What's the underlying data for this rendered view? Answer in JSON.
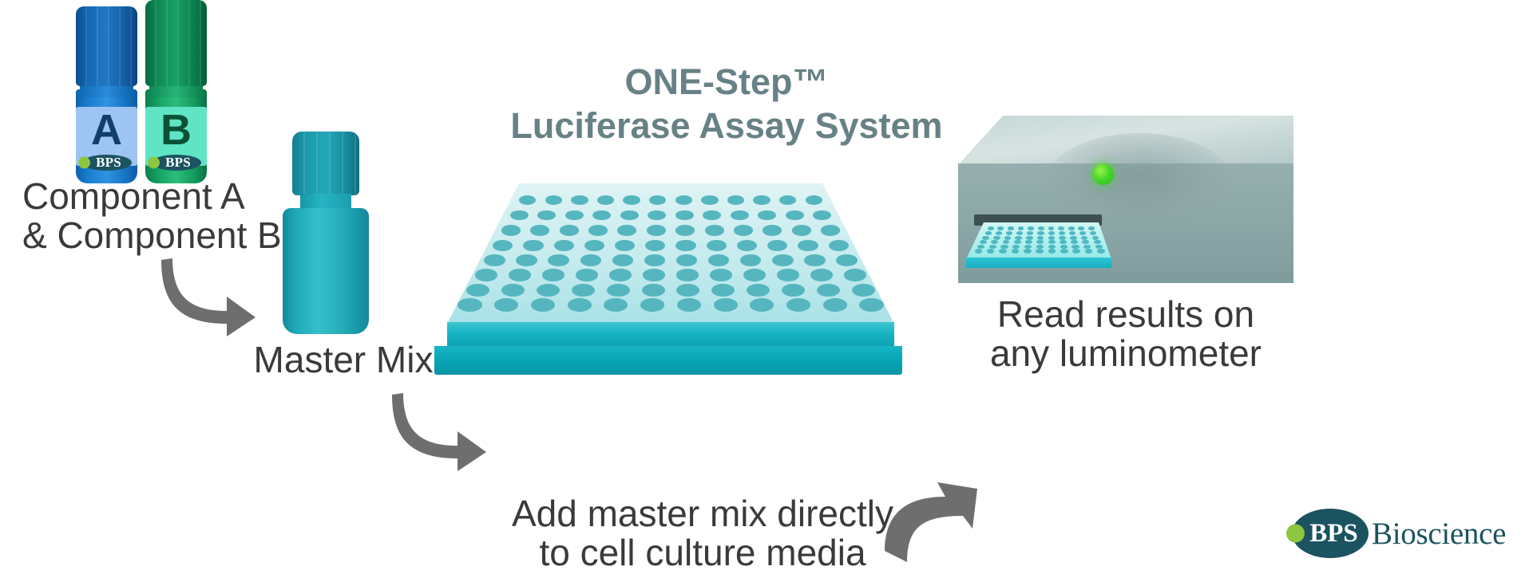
{
  "title": {
    "line1": "ONE-Step™",
    "line2": "Luciferase Assay System",
    "color": "#678186"
  },
  "steps": [
    {
      "id": "components",
      "label_line1": "Component A",
      "label_line2": "& Component B",
      "vials": [
        {
          "letter": "A",
          "logo_text": "BPS",
          "cap_color": "#1167b0",
          "body_color": "#1477c9",
          "label_color": "#9dc4f2"
        },
        {
          "letter": "B",
          "logo_text": "BPS",
          "cap_color": "#0e8a52",
          "body_color": "#17a763",
          "label_color": "#5fe4c4"
        }
      ]
    },
    {
      "id": "master-mix",
      "label": "Master Mix"
    },
    {
      "id": "plate",
      "caption_line1": "Add master mix directly",
      "caption_line2": "to cell culture media",
      "well_rows": 8,
      "well_cols": 12
    },
    {
      "id": "luminometer",
      "label_line1": "Read results on",
      "label_line2": "any luminometer"
    }
  ],
  "arrows": [
    {
      "id": "arrow-components-to-mastermix",
      "direction": "down-right"
    },
    {
      "id": "arrow-mastermix-to-plate",
      "direction": "down-right"
    },
    {
      "id": "arrow-plate-to-luminometer",
      "direction": "up-right"
    }
  ],
  "logo": {
    "mark_text": "BPS",
    "word_text": "Bioscience",
    "mark_color": "#1b5360",
    "dot_color": "#8dc63f"
  },
  "palette": {
    "text_dark": "#3a3a3a",
    "title_slate": "#678186",
    "arrow_gray": "#6e6e6e",
    "teal": "#16aec0",
    "background": "#ffffff"
  }
}
